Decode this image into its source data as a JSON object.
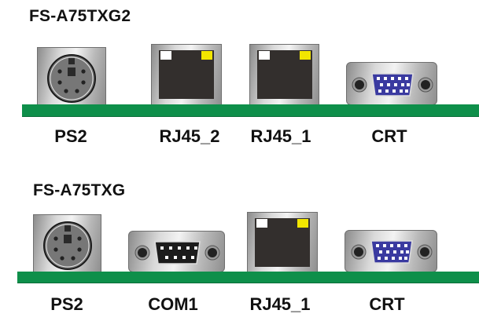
{
  "panels": [
    {
      "title": "FS-A75TXG2",
      "connectors": [
        {
          "type": "ps2",
          "label": "PS2"
        },
        {
          "type": "rj45",
          "label": "RJ45_2"
        },
        {
          "type": "rj45",
          "label": "RJ45_1"
        },
        {
          "type": "vga",
          "label": "CRT"
        }
      ]
    },
    {
      "title": "FS-A75TXG",
      "connectors": [
        {
          "type": "ps2",
          "label": "PS2"
        },
        {
          "type": "db9",
          "label": "COM1"
        },
        {
          "type": "rj45",
          "label": "RJ45_1"
        },
        {
          "type": "vga",
          "label": "CRT"
        }
      ]
    }
  ],
  "colors": {
    "pcb_green": "#0e8f4a",
    "rj45_body": "#332f2d",
    "rj45_led_left": "#ffffff",
    "rj45_led_right": "#f2e600",
    "vga_port": "#3a3aa0",
    "serial_port": "#1c1c1c"
  }
}
